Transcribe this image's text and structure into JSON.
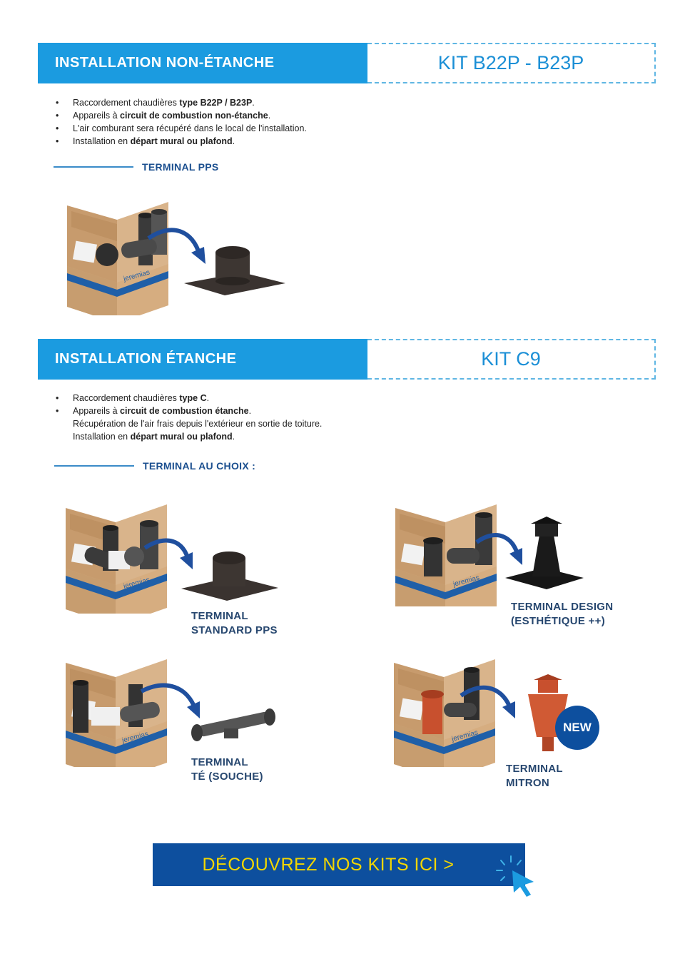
{
  "section1": {
    "title": "INSTALLATION NON-ÉTANCHE",
    "kit": "KIT B22P - B23P",
    "bullets": [
      {
        "pre": "Raccordement chaudières ",
        "bold": "type B22P / B23P",
        "post": "."
      },
      {
        "pre": "Appareils à ",
        "bold": "circuit de combustion non-étanche",
        "post": "."
      },
      {
        "pre": "L'air comburant sera récupéré dans le local de l'installation.",
        "bold": "",
        "post": ""
      },
      {
        "pre": "Installation en ",
        "bold": "départ mural ou plafond",
        "post": "."
      }
    ],
    "subheading": "TERMINAL PPS"
  },
  "section2": {
    "title": "INSTALLATION ÉTANCHE",
    "kit": "KIT C9",
    "bullets": [
      {
        "pre": "Raccordement chaudières ",
        "bold": "type C",
        "post": "."
      },
      {
        "pre": "Appareils à ",
        "bold": "circuit de combustion étanche",
        "post": "."
      },
      {
        "pre": "Récupération de l'air frais depuis l'extérieur en sortie de toiture.",
        "bold": "",
        "post": ""
      },
      {
        "pre": "Installation en ",
        "bold": "départ mural ou plafond",
        "post": "."
      }
    ],
    "subheading": "TERMINAL AU CHOIX :"
  },
  "products": {
    "standard": {
      "line1": "TERMINAL",
      "line2": "STANDARD PPS"
    },
    "design": {
      "line1": "TERMINAL DESIGN",
      "line2": "(ESTHÉTIQUE ++)"
    },
    "te": {
      "line1": "TERMINAL",
      "line2": "TÉ (SOUCHE)"
    },
    "mitron": {
      "line1": "TERMINAL",
      "line2": "MITRON"
    },
    "new_badge": "NEW",
    "box_brand": "jeremias"
  },
  "cta": {
    "label": "DÉCOUVREZ NOS KITS ICI >"
  },
  "colors": {
    "accent_blue": "#1b9be0",
    "navy": "#0d4f9e",
    "cta_text": "#f2d600",
    "box_tan": "#c9a27a"
  }
}
